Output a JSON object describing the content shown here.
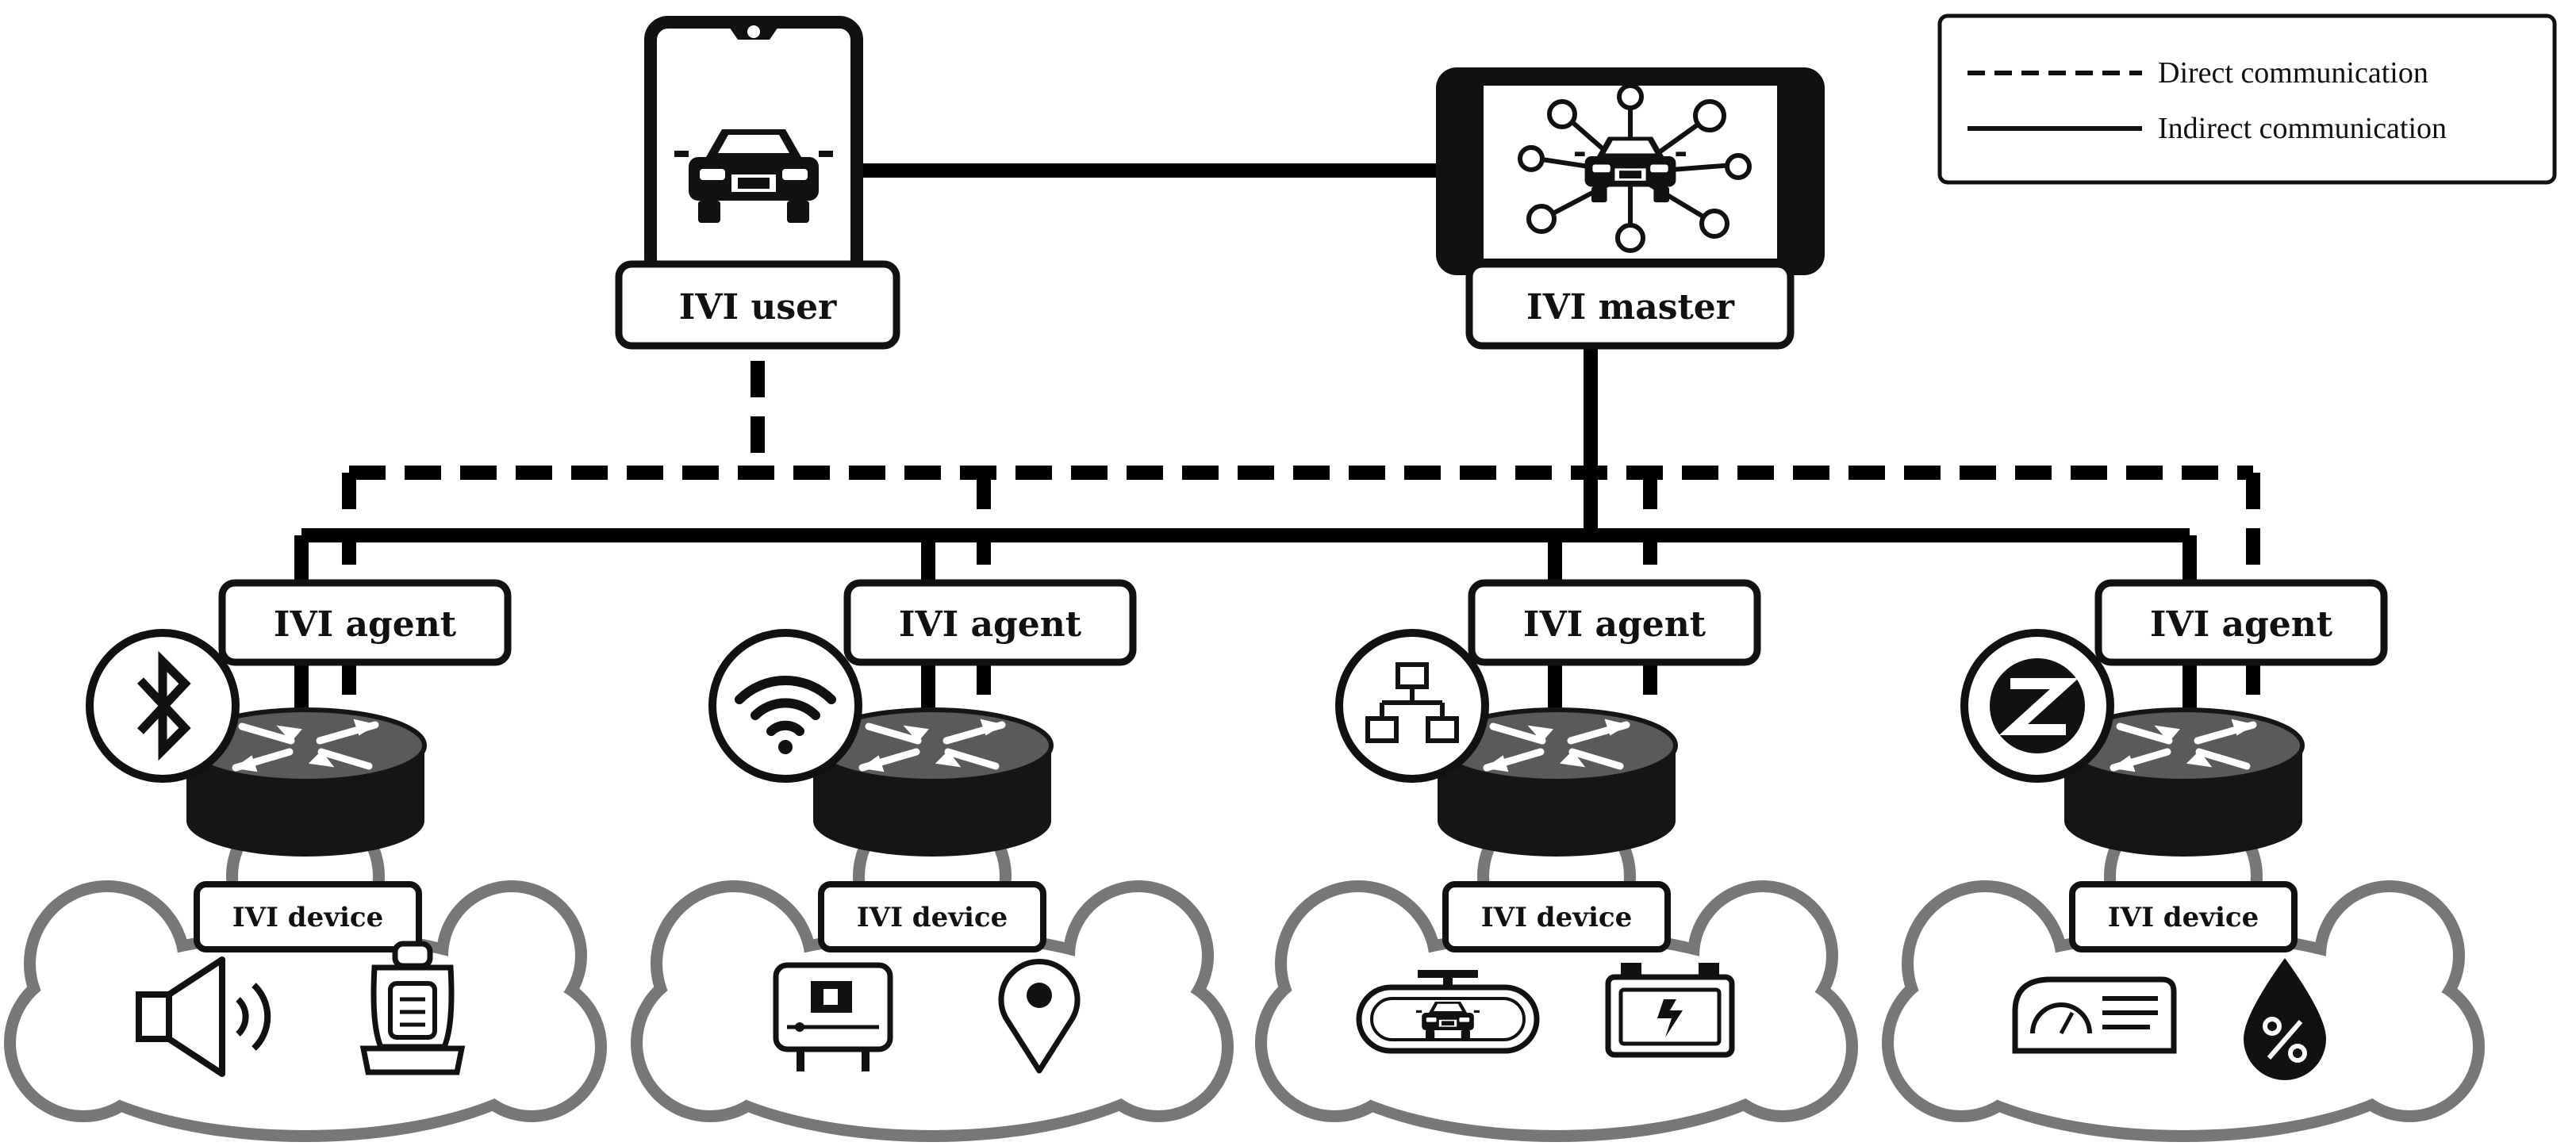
{
  "legend": {
    "direct": "Direct communication",
    "indirect": "Indirect communication"
  },
  "nodes": {
    "user": "IVI user",
    "master": "IVI master"
  },
  "agents": [
    {
      "label": "IVI agent",
      "protocol_icon": "bluetooth-icon",
      "device_label": "IVI device",
      "devices": [
        "speaker-icon",
        "car-seat-icon"
      ]
    },
    {
      "label": "IVI agent",
      "protocol_icon": "wifi-icon",
      "device_label": "IVI device",
      "devices": [
        "infotainment-screen-icon",
        "location-pin-icon"
      ]
    },
    {
      "label": "IVI agent",
      "protocol_icon": "network-hierarchy-icon",
      "device_label": "IVI device",
      "devices": [
        "rearview-mirror-camera-icon",
        "car-battery-icon"
      ]
    },
    {
      "label": "IVI agent",
      "protocol_icon": "zigbee-icon",
      "device_label": "IVI device",
      "devices": [
        "dashboard-gauge-icon",
        "fluid-level-percent-icon"
      ]
    }
  ],
  "colors": {
    "line": "#000000",
    "router_top": "#5a5a5a",
    "router_body": "#151515",
    "cloud_outline": "#777777"
  }
}
